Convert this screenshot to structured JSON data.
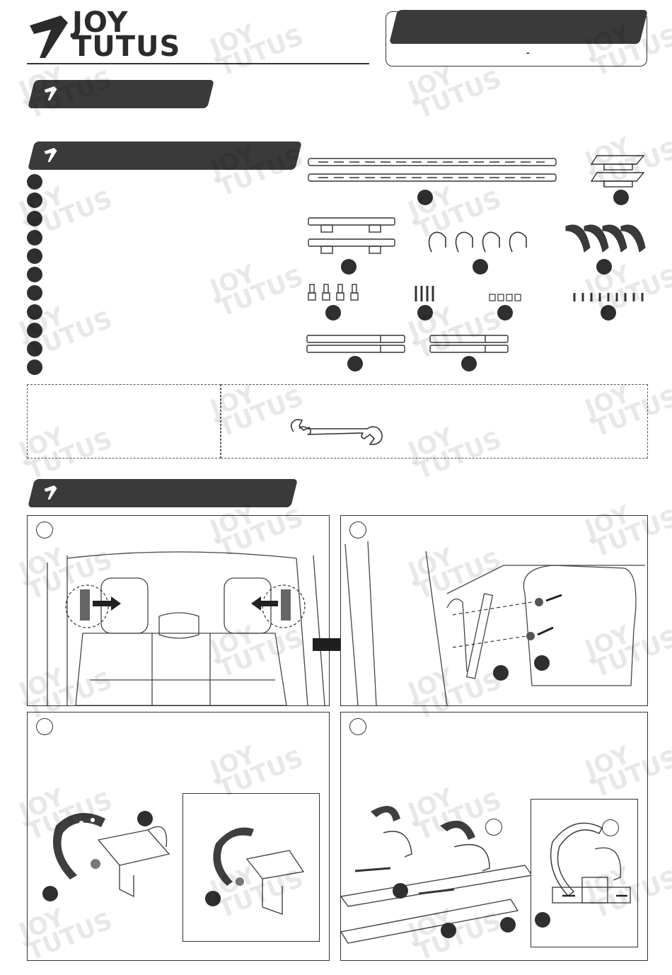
{
  "logo": {
    "line1": "JOY",
    "line2": "TUTUS"
  },
  "header": {
    "code_separator": "-"
  },
  "watermark": {
    "line1": "JOY",
    "line2": "TUTUS"
  },
  "icons": {
    "logo": "joytutus-logo-icon",
    "banner": "joytutus-mark-icon",
    "tool": "wrench-icon",
    "arrow": "arrow-right-icon"
  },
  "colors": {
    "dark": "#3a3a3a",
    "ink": "#2b2b2b"
  }
}
